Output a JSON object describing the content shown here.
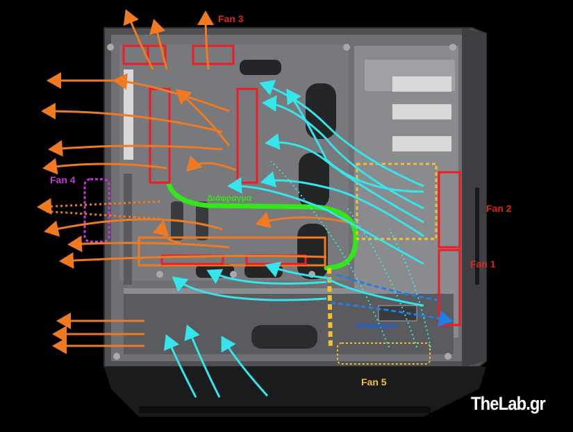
{
  "labels": {
    "fan3": "Fan 3",
    "fan4": "Fan 4",
    "fan2": "Fan 2",
    "fan1": "Fan 1",
    "fan5": "Fan 5",
    "diaphragm_upper": "Διάφραγμα",
    "diaphragm_lower": "Διάφραγμα"
  },
  "watermark": "TheLab.gr",
  "colors": {
    "background": "#000000",
    "case_frame": "#5e5f62",
    "case_panel": "#7c7d80",
    "exhaust_arrows": "#f07a22",
    "intake_arrows": "#34e6ec",
    "fan_outlines": "#ee1c24",
    "fan_labels_red": "#e0221f",
    "fan4_outline": "#c23ad8",
    "fan5_outline": "#f2c12e",
    "fan5_label": "#f2c12e",
    "divider_line": "#33e61a",
    "diaphragm_label_lower": "#1f5fe0",
    "drive_bay_outline": "#f2c12e"
  }
}
